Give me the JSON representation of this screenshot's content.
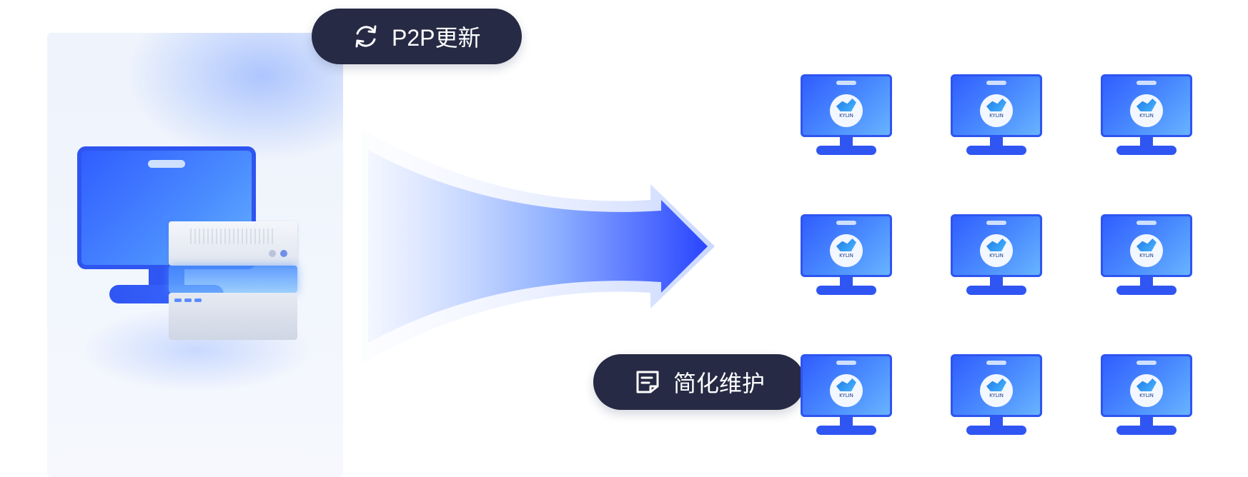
{
  "labels": {
    "p2p_update": "P2P更新",
    "simplify_maintenance": "简化维护"
  },
  "icons": {
    "p2p": "refresh-icon",
    "maintenance": "note-edit-icon"
  },
  "client_logo_text": "KYLIN",
  "client_count": 9,
  "colors": {
    "pill_bg": "#262a44",
    "monitor_blue": "#2f5bff",
    "arrow_blue": "#2f4bff",
    "panel_bg": "#eef3fc"
  }
}
